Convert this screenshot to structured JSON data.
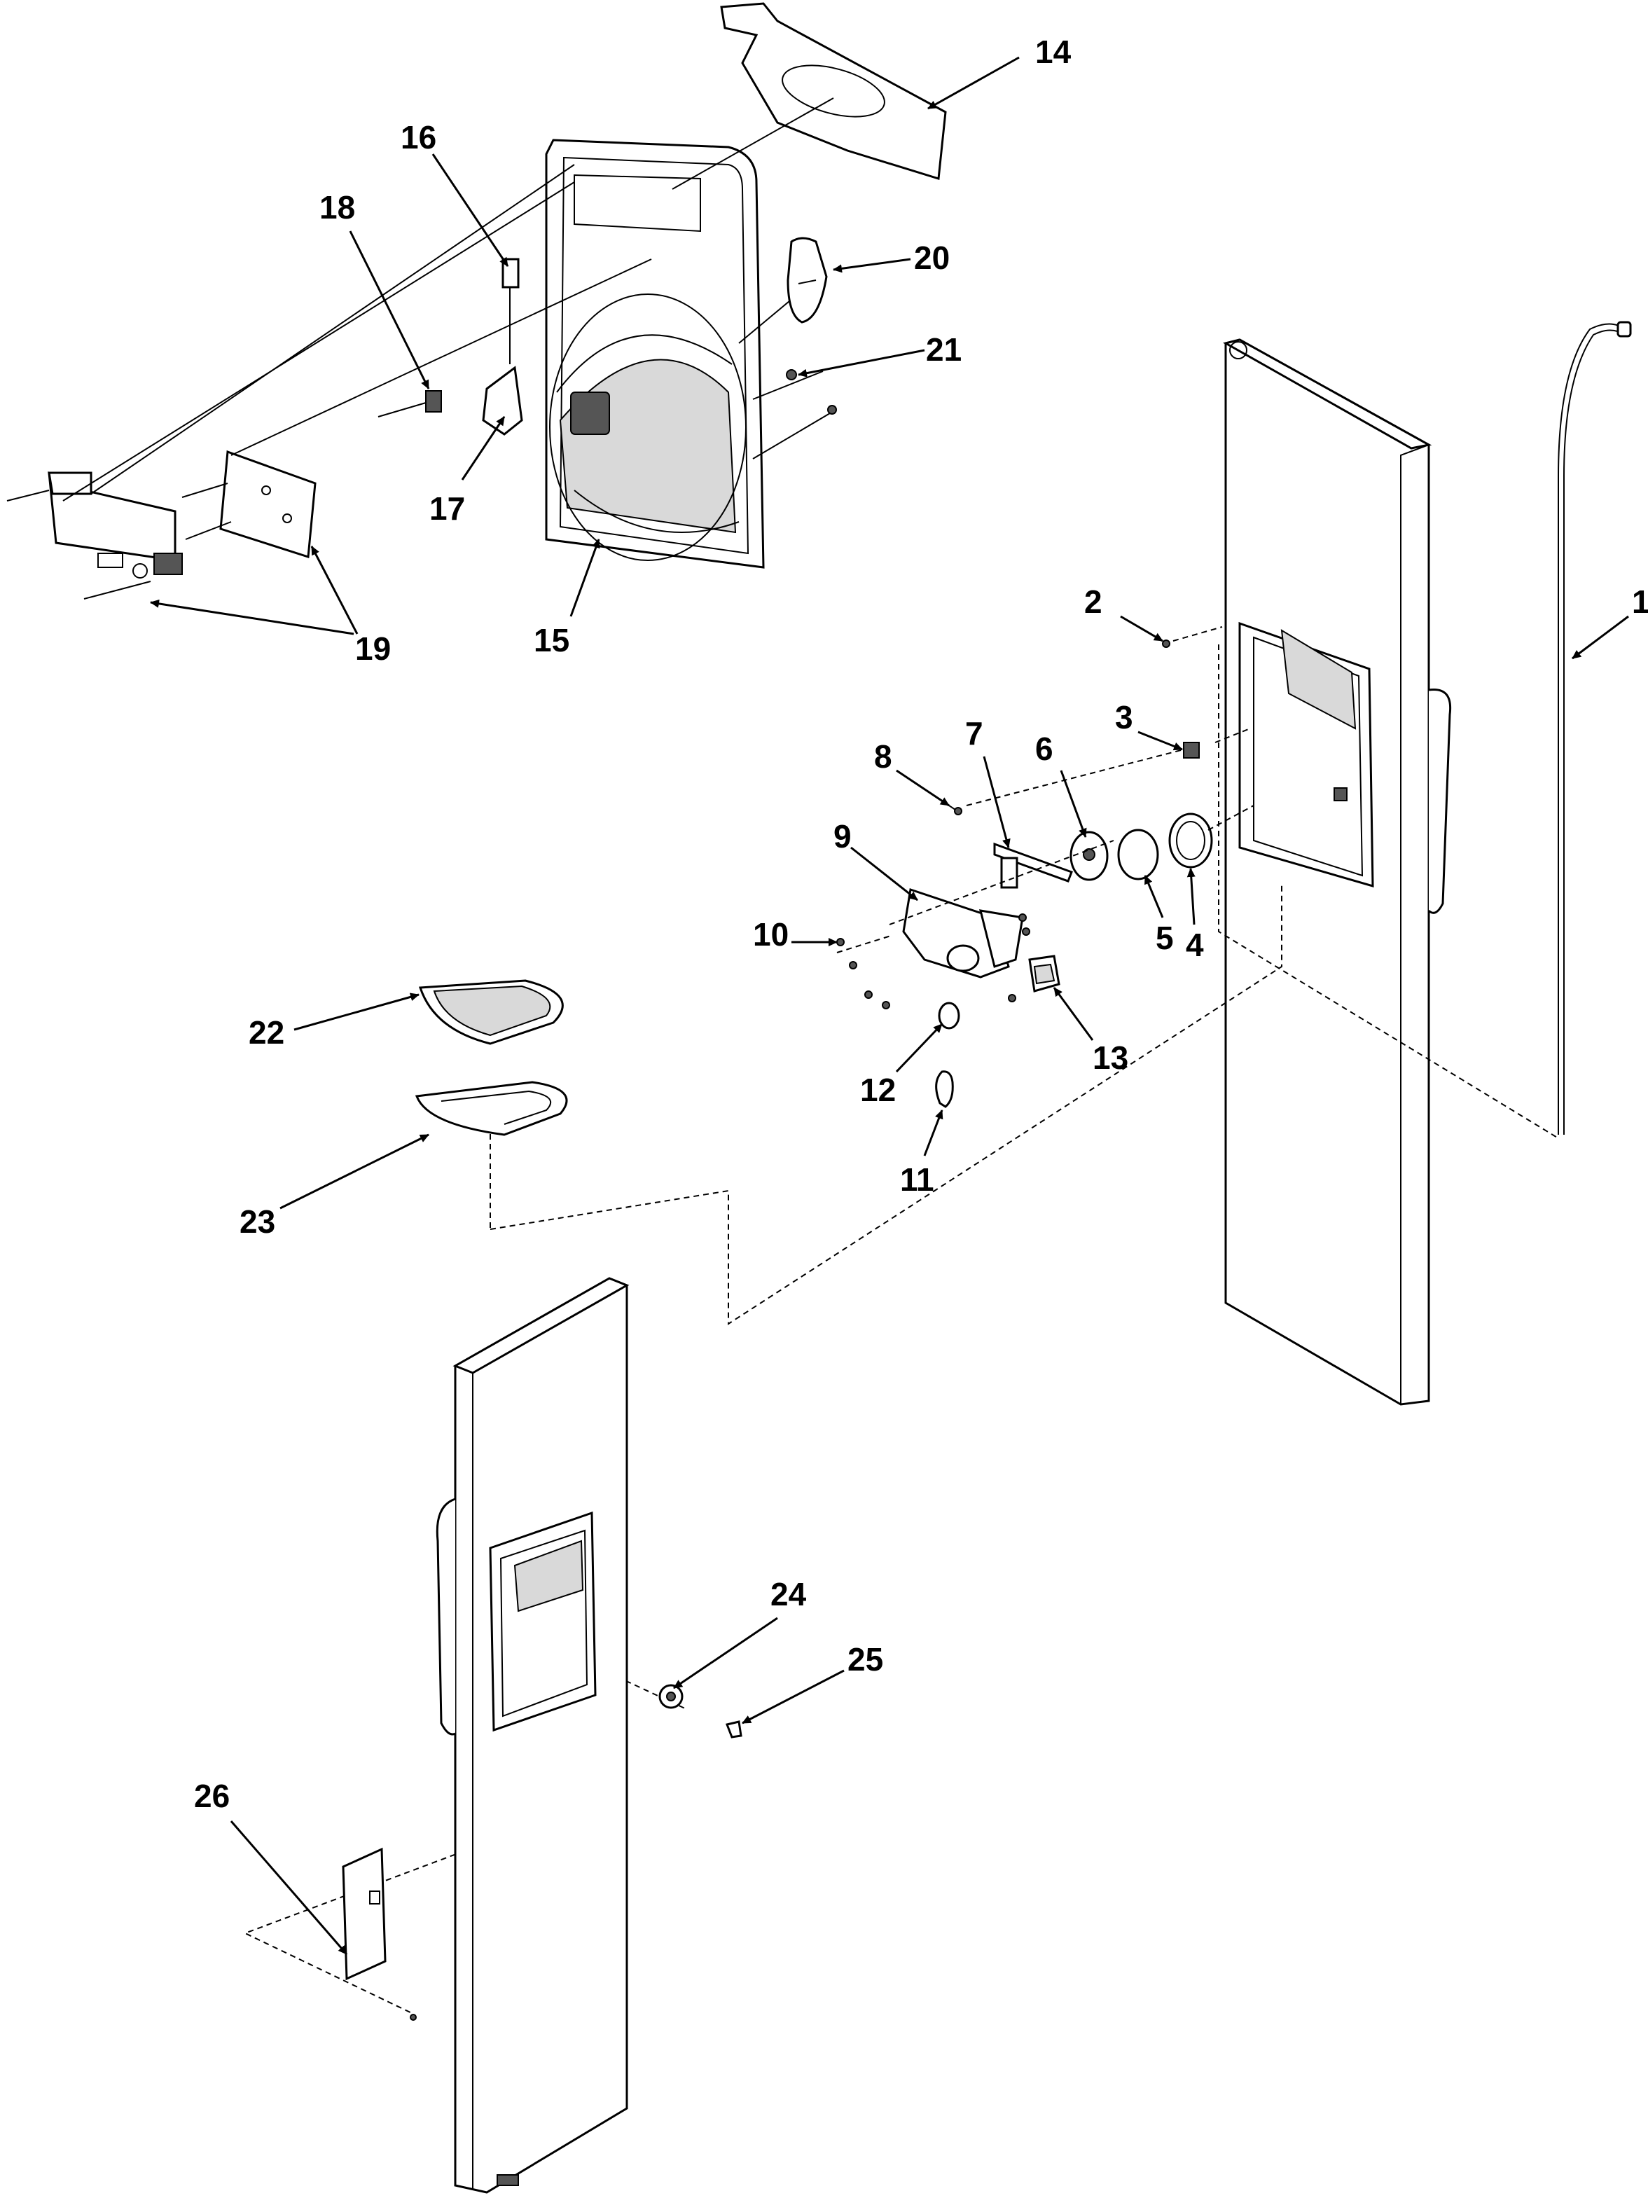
{
  "callouts": [
    {
      "id": "1",
      "text": "1"
    },
    {
      "id": "2",
      "text": "2"
    },
    {
      "id": "3",
      "text": "3"
    },
    {
      "id": "4",
      "text": "4"
    },
    {
      "id": "5",
      "text": "5"
    },
    {
      "id": "6",
      "text": "6"
    },
    {
      "id": "7",
      "text": "7"
    },
    {
      "id": "8",
      "text": "8"
    },
    {
      "id": "9",
      "text": "9"
    },
    {
      "id": "10",
      "text": "10"
    },
    {
      "id": "11",
      "text": "11"
    },
    {
      "id": "12",
      "text": "12"
    },
    {
      "id": "13",
      "text": "13"
    },
    {
      "id": "14",
      "text": "14"
    },
    {
      "id": "15",
      "text": "15"
    },
    {
      "id": "16",
      "text": "16"
    },
    {
      "id": "17",
      "text": "17"
    },
    {
      "id": "18",
      "text": "18"
    },
    {
      "id": "19",
      "text": "19"
    },
    {
      "id": "20",
      "text": "20"
    },
    {
      "id": "21",
      "text": "21"
    },
    {
      "id": "22",
      "text": "22"
    },
    {
      "id": "23",
      "text": "23"
    },
    {
      "id": "24",
      "text": "24"
    },
    {
      "id": "25",
      "text": "25"
    },
    {
      "id": "26",
      "text": "26"
    }
  ],
  "colors": {
    "line": "#000000",
    "background": "#ffffff",
    "shade": "#d9d9d9"
  }
}
